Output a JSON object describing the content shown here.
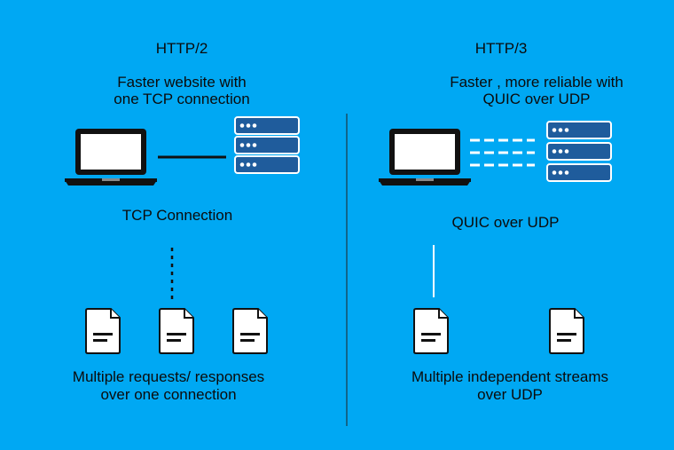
{
  "left": {
    "title": "HTTP/2",
    "subtitle_line1": "Faster website with",
    "subtitle_line2": "one TCP connection",
    "connection_label": "TCP Connection",
    "caption_line1": "Multiple requests/ responses",
    "caption_line2": "over one connection"
  },
  "right": {
    "title": "HTTP/3",
    "subtitle_line1": "Faster , more reliable with",
    "subtitle_line2": "QUIC over UDP",
    "connection_label": "QUIC over UDP",
    "caption_line1": "Multiple independent streams",
    "caption_line2": "over UDP"
  },
  "colors": {
    "background": "#00A8F3",
    "server_fill": "#1F5C9C",
    "outline": "#111111",
    "paper": "#FFFFFF"
  },
  "icons": [
    "laptop-icon",
    "server-stack-icon",
    "document-icon"
  ]
}
